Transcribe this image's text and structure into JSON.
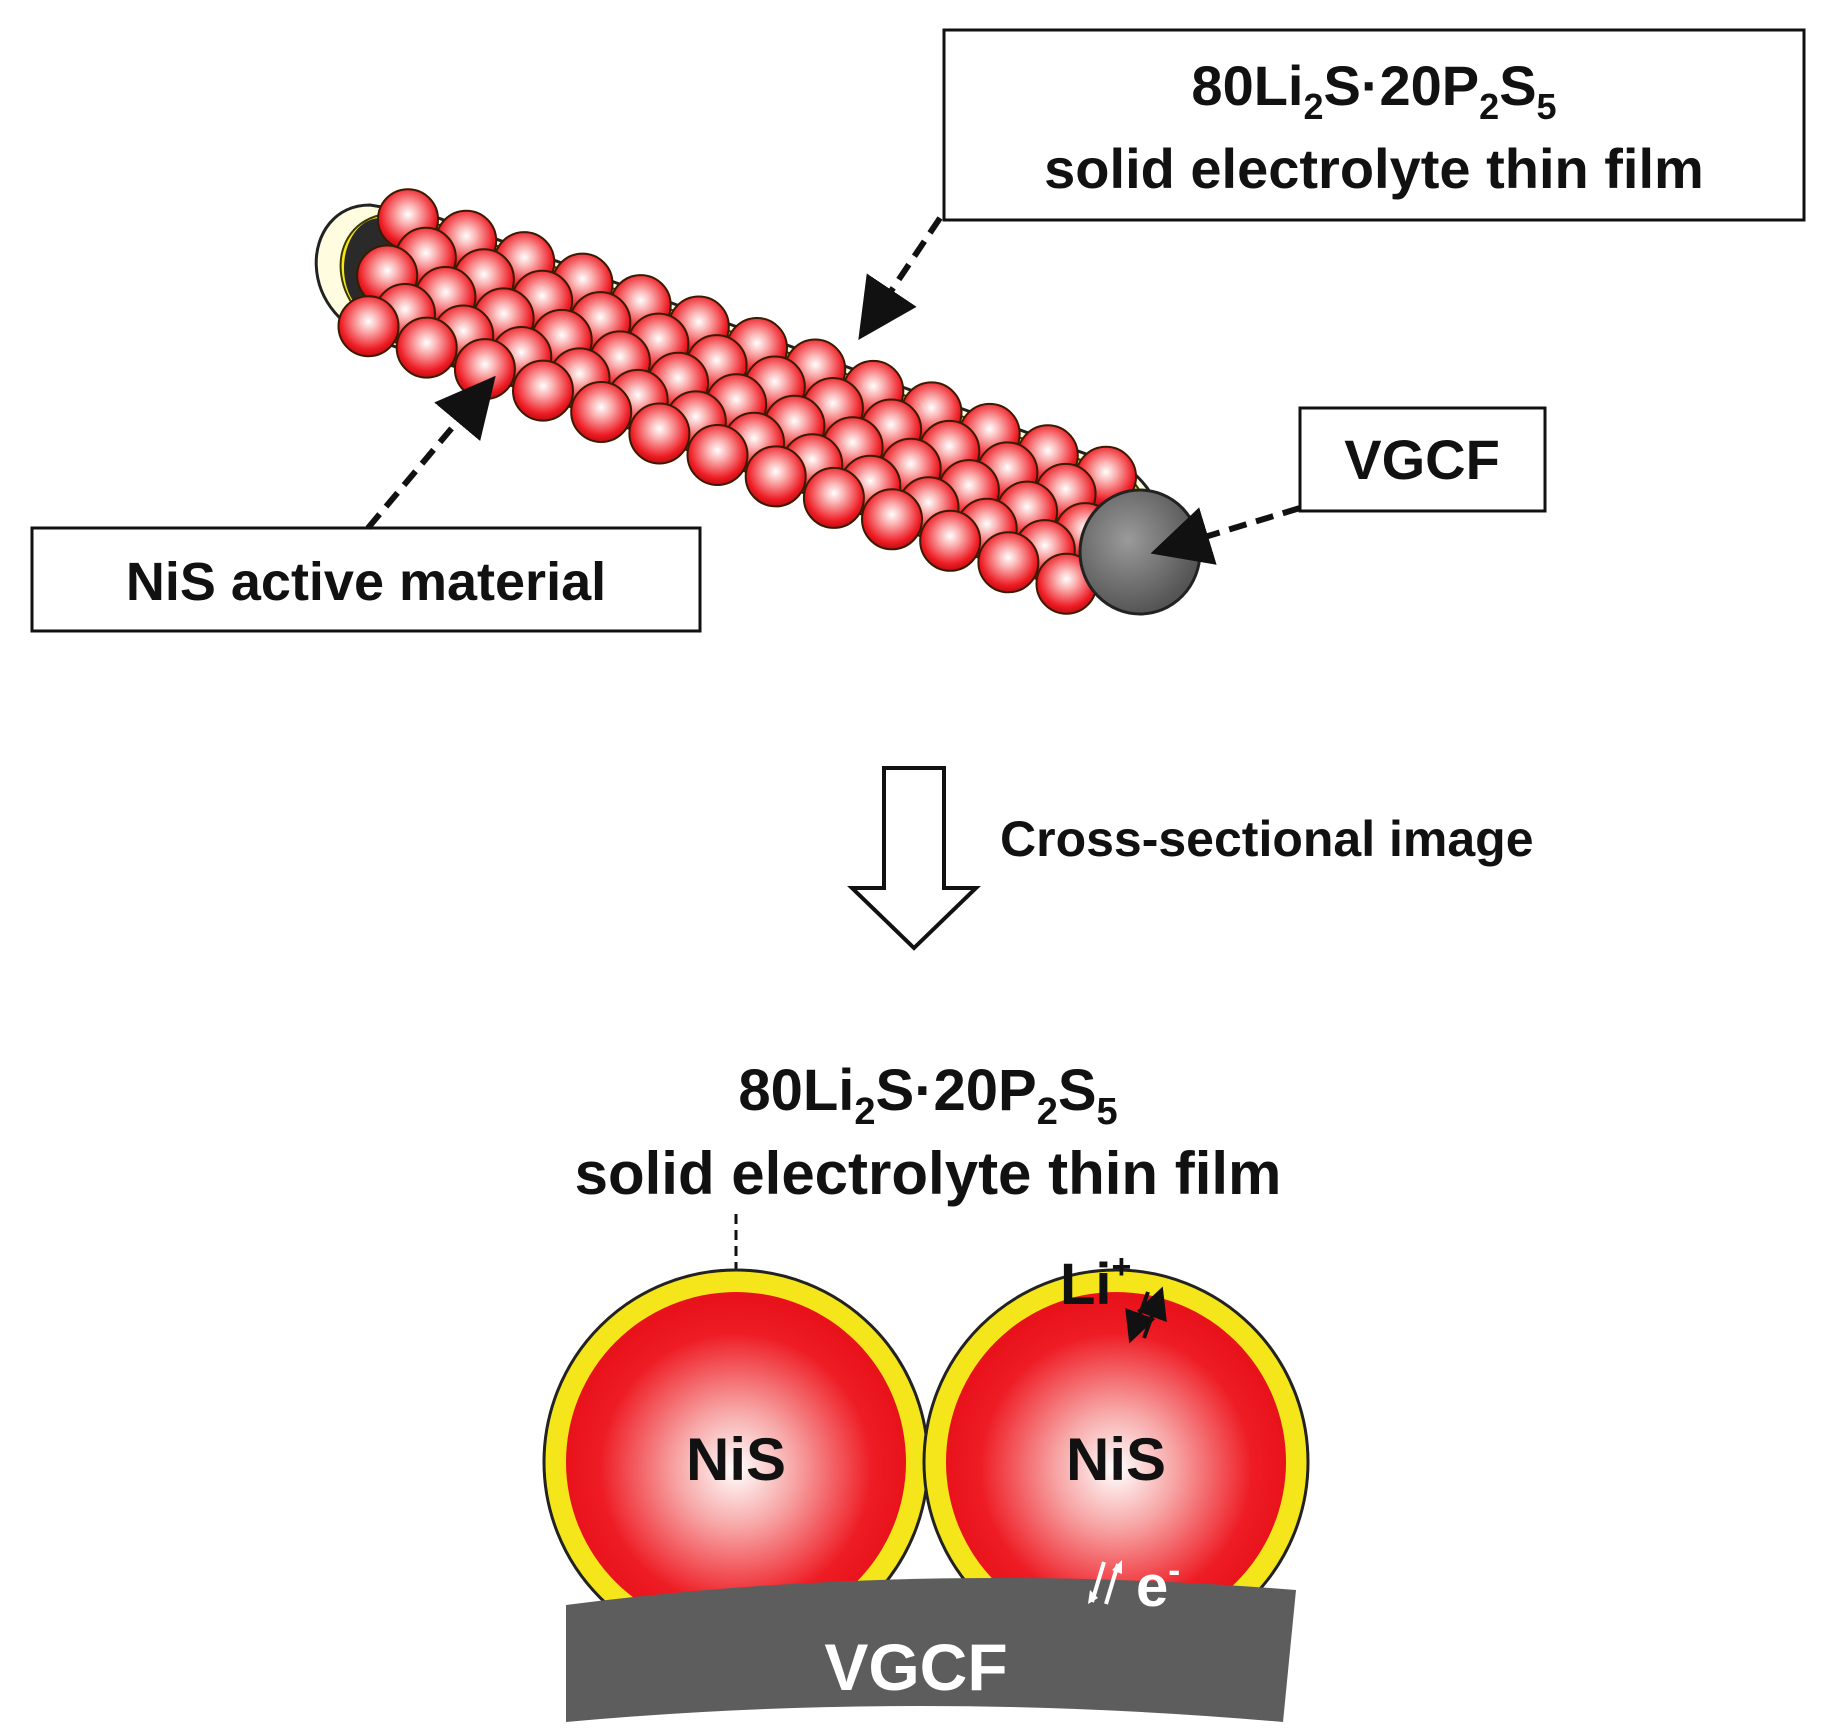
{
  "labels": {
    "top_formula_main": "80Li",
    "top_formula_sub1": "2",
    "top_formula_mid": "S·20P",
    "top_formula_sub2": "2",
    "top_formula_end": "S",
    "top_formula_sub3": "5",
    "top_film": "solid electrolyte thin film",
    "vgcf_callout": "VGCF",
    "nis_callout": "NiS active material",
    "transition": "Cross-sectional image",
    "bottom_formula_main": "80Li",
    "bottom_formula_sub1": "2",
    "bottom_formula_mid": "S·20P",
    "bottom_formula_sub2": "2",
    "bottom_formula_end": "S",
    "bottom_formula_sub3": "5",
    "bottom_film": "solid electrolyte thin film",
    "nis_left": "NiS",
    "nis_right": "NiS",
    "li_ion": "Li",
    "li_sup": "+",
    "electron": "e",
    "electron_sup": "-",
    "vgcf_base": "VGCF"
  },
  "colors": {
    "electrolyte_yellow": "#f5e61c",
    "nis_red": "#ee1c24",
    "vgcf_gray": "#5d5d5d"
  }
}
